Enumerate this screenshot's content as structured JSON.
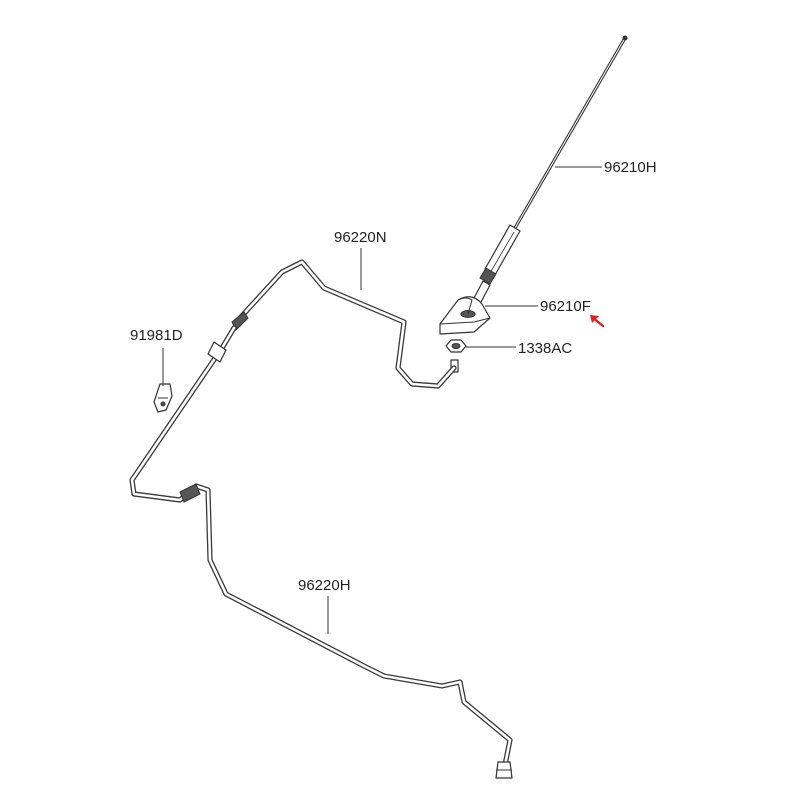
{
  "diagram": {
    "callouts": [
      {
        "id": "antenna-mast",
        "label": "96210H"
      },
      {
        "id": "cable-upper",
        "label": "96220N"
      },
      {
        "id": "antenna-base",
        "label": "96210F"
      },
      {
        "id": "nut",
        "label": "1338AC"
      },
      {
        "id": "clip",
        "label": "91981D"
      },
      {
        "id": "cable-lower",
        "label": "96220H"
      }
    ],
    "highlight_color": "#e02020",
    "line_color": "#333333"
  }
}
